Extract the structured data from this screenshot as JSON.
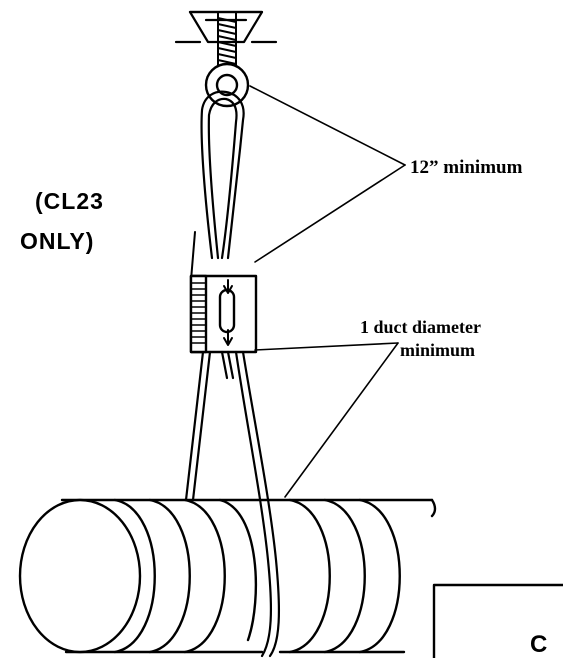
{
  "labels": {
    "twelve_min": "12” minimum",
    "duct_line1": "1 duct diameter",
    "duct_line2": "minimum",
    "cl23_line1": "(CL23",
    "cl23_line2": "ONLY)",
    "corner_text": "C"
  },
  "colors": {
    "ink": "#000000",
    "paper": "#ffffff"
  }
}
